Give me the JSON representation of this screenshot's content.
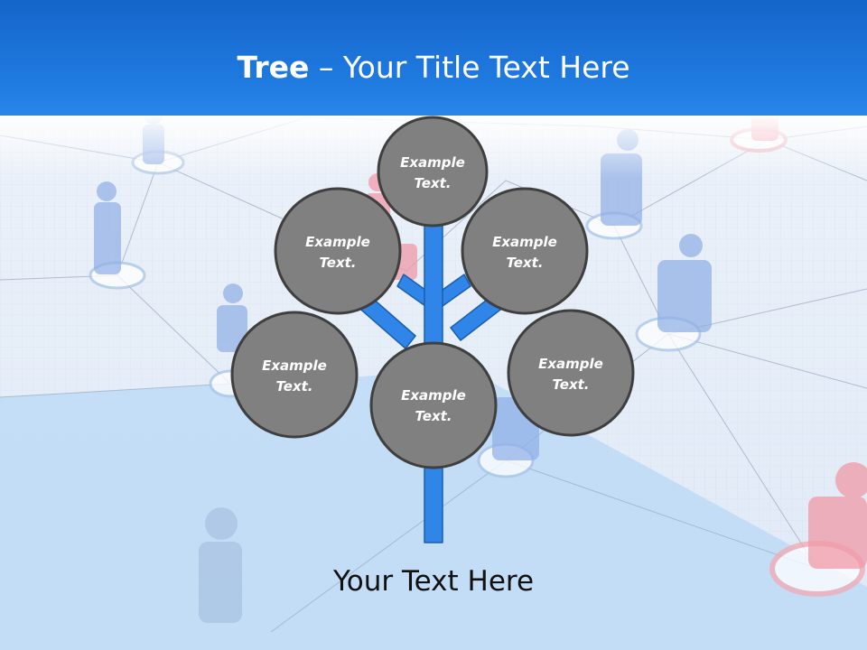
{
  "slide": {
    "title_bold": "Tree",
    "title_rest": " – Your Title Text Here",
    "footer": "Your Text Here"
  },
  "nodes": [
    {
      "line1": "Example",
      "line2": "Text."
    },
    {
      "line1": "Example",
      "line2": "Text."
    },
    {
      "line1": "Example",
      "line2": "Text."
    },
    {
      "line1": "Example",
      "line2": "Text."
    },
    {
      "line1": "Example",
      "line2": "Text."
    },
    {
      "line1": "Example",
      "line2": "Text."
    }
  ],
  "colors": {
    "header": "#1f7ae0",
    "branch": "#2f86e8",
    "branch_stroke": "#1a5fae",
    "circle_fill": "#808080",
    "circle_stroke": "#3f3f3f",
    "circle_text": "#ffffff"
  }
}
